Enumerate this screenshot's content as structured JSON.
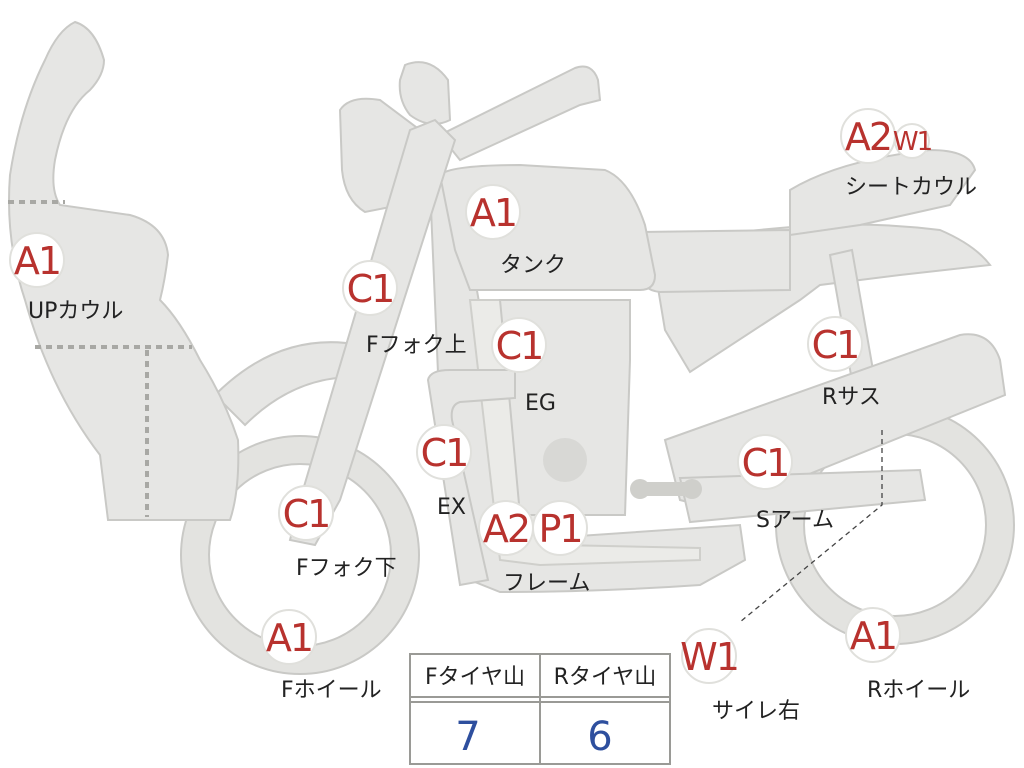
{
  "codes": {
    "upcowl": "A1",
    "tank": "A1",
    "seatcowl_a": "A2",
    "seatcowl_w": "W1",
    "ffork_upper": "C1",
    "eg": "C1",
    "rsus": "C1",
    "ex": "C1",
    "sarm": "C1",
    "ffork_lower": "C1",
    "frame_a": "A2",
    "frame_p": "P1",
    "fwheel": "A1",
    "sidewall_right": "W1",
    "rwheel": "A1"
  },
  "labels": {
    "upcowl": "UPカウル",
    "tank": "タンク",
    "seatcowl": "シートカウル",
    "ffork_upper": "Fフォク上",
    "eg": "EG",
    "rsus": "Rサス",
    "ex": "EX",
    "sarm": "Sアーム",
    "ffork_lower": "Fフォク下",
    "frame": "フレーム",
    "fwheel": "Fホイール",
    "sidewall_right": "サイレ右",
    "rwheel": "Rホイール"
  },
  "tire_table": {
    "headers": [
      "Fタイヤ山",
      "Rタイヤ山"
    ],
    "values": [
      "7",
      "6"
    ]
  }
}
